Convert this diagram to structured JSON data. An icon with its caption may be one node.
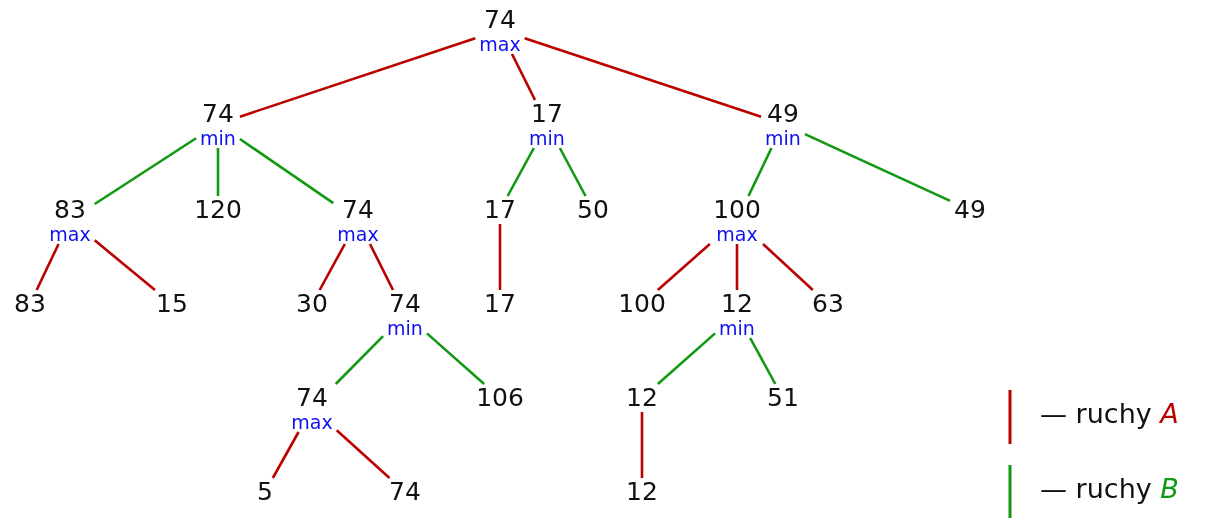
{
  "diagram": {
    "nodes": [
      {
        "text": [
          "74",
          "max"
        ]
      },
      {
        "text": [
          "74",
          "min"
        ]
      },
      {
        "text": [
          "17",
          "min"
        ]
      },
      {
        "text": [
          "49",
          "min"
        ]
      },
      {
        "text": [
          "83",
          "max"
        ]
      },
      {
        "text": [
          "120"
        ]
      },
      {
        "text": [
          "74",
          "max"
        ]
      },
      {
        "text": [
          "17"
        ]
      },
      {
        "text": [
          "50"
        ]
      },
      {
        "text": [
          "100",
          "max"
        ]
      },
      {
        "text": [
          "49"
        ]
      },
      {
        "text": [
          "83"
        ]
      },
      {
        "text": [
          "15"
        ]
      },
      {
        "text": [
          "30"
        ]
      },
      {
        "text": [
          "74",
          "min"
        ]
      },
      {
        "text": [
          "17"
        ]
      },
      {
        "text": [
          "100"
        ]
      },
      {
        "text": [
          "12",
          "min"
        ]
      },
      {
        "text": [
          "63"
        ]
      },
      {
        "text": [
          "74",
          "max"
        ]
      },
      {
        "text": [
          "106"
        ]
      },
      {
        "text": [
          "12"
        ]
      },
      {
        "text": [
          "51"
        ]
      },
      {
        "text": [
          "5"
        ]
      },
      {
        "text": [
          "74"
        ]
      },
      {
        "text": [
          "12"
        ]
      }
    ],
    "edges": [
      {
        "from": 0,
        "to": 1,
        "arrow": "none"
      },
      {
        "from": 0,
        "to": 2,
        "arrow": "none"
      },
      {
        "from": 0,
        "to": 3,
        "arrow": "none"
      },
      {
        "from": 1,
        "to": 4,
        "arrow": "none",
        "color": "#119911"
      },
      {
        "from": 1,
        "to": 5,
        "arrow": "none",
        "color": "#119911"
      },
      {
        "from": 1,
        "to": 6,
        "arrow": "none",
        "color": "#119911"
      },
      {
        "from": 2,
        "to": 7,
        "arrow": "none",
        "color": "#119911"
      },
      {
        "from": 2,
        "to": 8,
        "arrow": "none",
        "color": "#119911"
      },
      {
        "from": 3,
        "to": 9,
        "arrow": "none",
        "color": "#119911"
      },
      {
        "from": 3,
        "to": 10,
        "arrow": "none",
        "color": "#119911"
      },
      {
        "from": 4,
        "to": 11,
        "arrow": "none"
      },
      {
        "from": 4,
        "to": 12,
        "arrow": "none"
      },
      {
        "from": 6,
        "to": 13,
        "arrow": "none"
      },
      {
        "from": 6,
        "to": 14,
        "arrow": "none"
      },
      {
        "from": 7,
        "to": 15,
        "arrow": "none"
      },
      {
        "from": 9,
        "to": 16,
        "arrow": "none"
      },
      {
        "from": 9,
        "to": 17,
        "arrow": "none"
      },
      {
        "from": 9,
        "to": 18,
        "arrow": "none"
      },
      {
        "from": 14,
        "to": 19,
        "arrow": "none",
        "color": "#119911"
      },
      {
        "from": 14,
        "to": 20,
        "arrow": "none",
        "color": "#119911"
      },
      {
        "from": 17,
        "to": 21,
        "arrow": "none",
        "color": "#119911"
      },
      {
        "from": 17,
        "to": 22,
        "arrow": "none",
        "color": "#119911"
      },
      {
        "from": 19,
        "to": 23,
        "arrow": "none"
      },
      {
        "from": 19,
        "to": 24,
        "arrow": "none"
      },
      {
        "from": 21,
        "to": 25,
        "arrow": "none"
      }
    ],
    "legend": [
      {
        "text": "— ruchy *A*"
      },
      {
        "text": "— ruchy *B*"
      }
    ]
  }
}
